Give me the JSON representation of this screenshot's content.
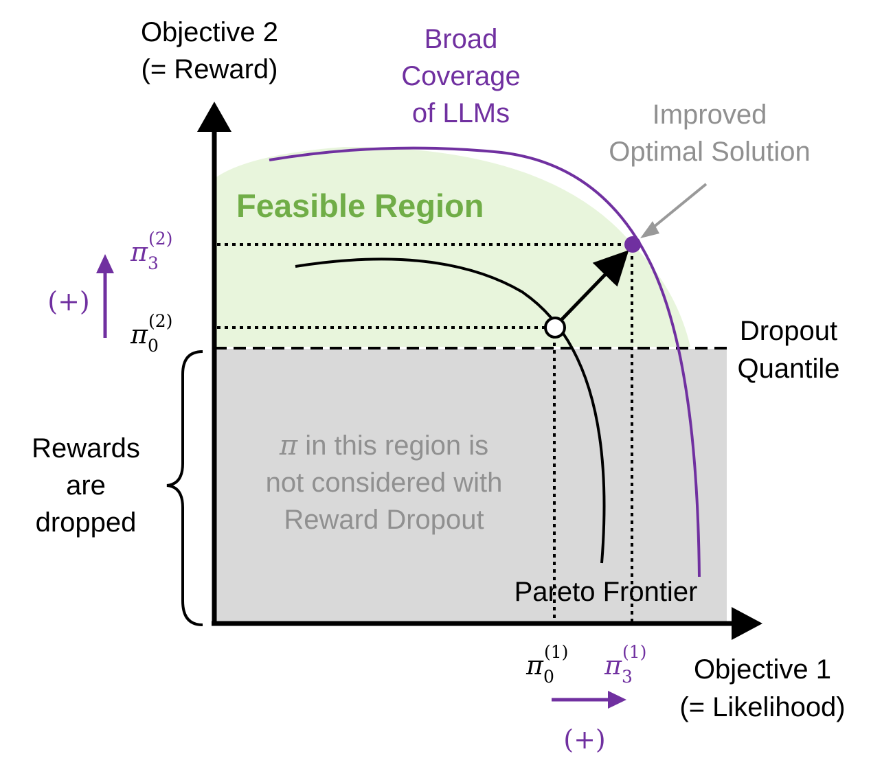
{
  "axes": {
    "y_title_line1": "Objective 2",
    "y_title_line2": "(= Reward)",
    "x_title_line1": "Objective 1",
    "x_title_line2": "(= Likelihood)"
  },
  "labels": {
    "broad_line1": "Broad",
    "broad_line2": "Coverage",
    "broad_line3": "of LLMs",
    "improved_line1": "Improved",
    "improved_line2": "Optimal Solution",
    "feasible_region": "Feasible Region",
    "dropout_line1": "Dropout",
    "dropout_line2": "Quantile",
    "rewards_line1": "Rewards",
    "rewards_line2": "are",
    "rewards_line3": "dropped",
    "gray_line1_symbol": "π",
    "gray_line1_rest": " in this region is",
    "gray_line2": "not considered with",
    "gray_line3": "Reward Dropout",
    "pareto": "Pareto Frontier",
    "plus_y": "(+)",
    "plus_x": "(+)"
  },
  "pi_labels": {
    "symbol": "π",
    "pi3_2": {
      "sub": "3",
      "sup": "(2)"
    },
    "pi0_2": {
      "sub": "0",
      "sup": "(2)"
    },
    "pi0_1": {
      "sub": "0",
      "sup": "(1)"
    },
    "pi3_1": {
      "sub": "3",
      "sup": "(1)"
    }
  },
  "colors": {
    "purple": "#7030a0",
    "green_fill": "#e8f5dc",
    "green_text": "#70ad47",
    "gray_fill": "#d9d9d9",
    "gray_text": "#909090",
    "black": "#000000",
    "arrow_gray": "#999999"
  }
}
